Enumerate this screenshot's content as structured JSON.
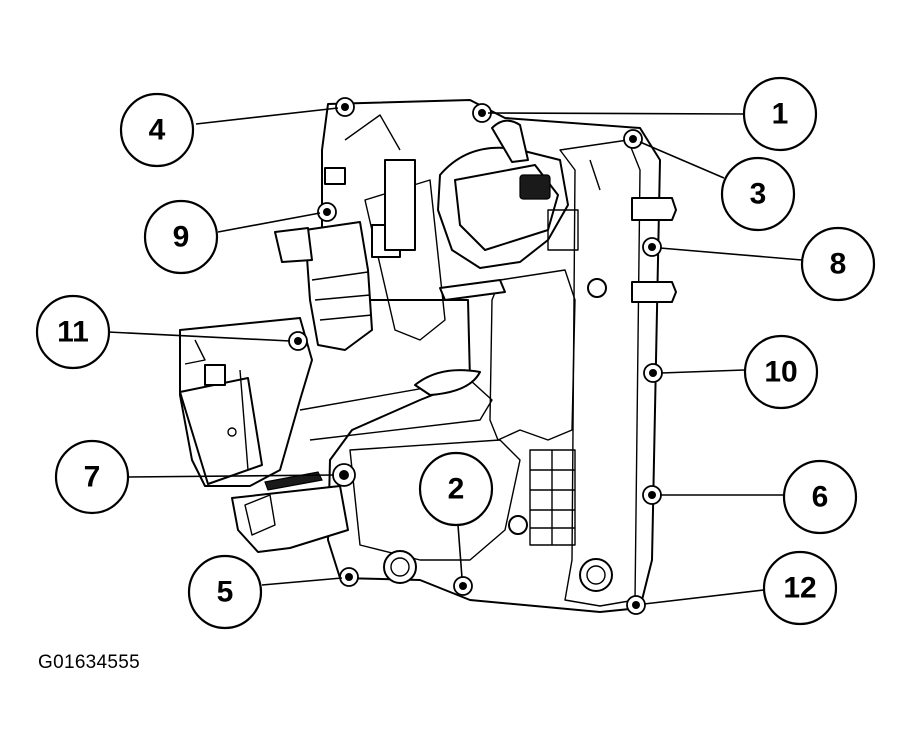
{
  "figure_id": "G01634555",
  "callouts": [
    "1",
    "2",
    "3",
    "4",
    "5",
    "6",
    "7",
    "8",
    "9",
    "10",
    "11",
    "12"
  ]
}
